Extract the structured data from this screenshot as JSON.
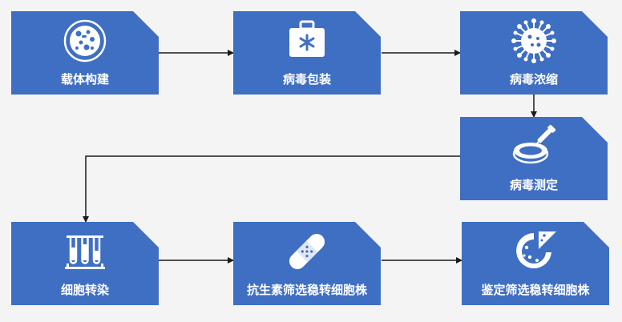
{
  "colors": {
    "card": "#3f6fc2",
    "arrow": "#1a1a1a",
    "background": "#f4f4f4"
  },
  "steps": [
    {
      "label": "载体构建",
      "icon": "petri-dish-icon"
    },
    {
      "label": "病毒包装",
      "icon": "medical-kit-icon"
    },
    {
      "label": "病毒浓缩",
      "icon": "virus-icon"
    },
    {
      "label": "病毒测定",
      "icon": "dropper-dish-icon"
    },
    {
      "label": "细胞转染",
      "icon": "test-tube-rack-icon"
    },
    {
      "label": "抗生素筛选稳转细胞株",
      "icon": "bandage-icon"
    },
    {
      "label": "鉴定筛选稳转细胞株",
      "icon": "pizza-icon"
    }
  ]
}
